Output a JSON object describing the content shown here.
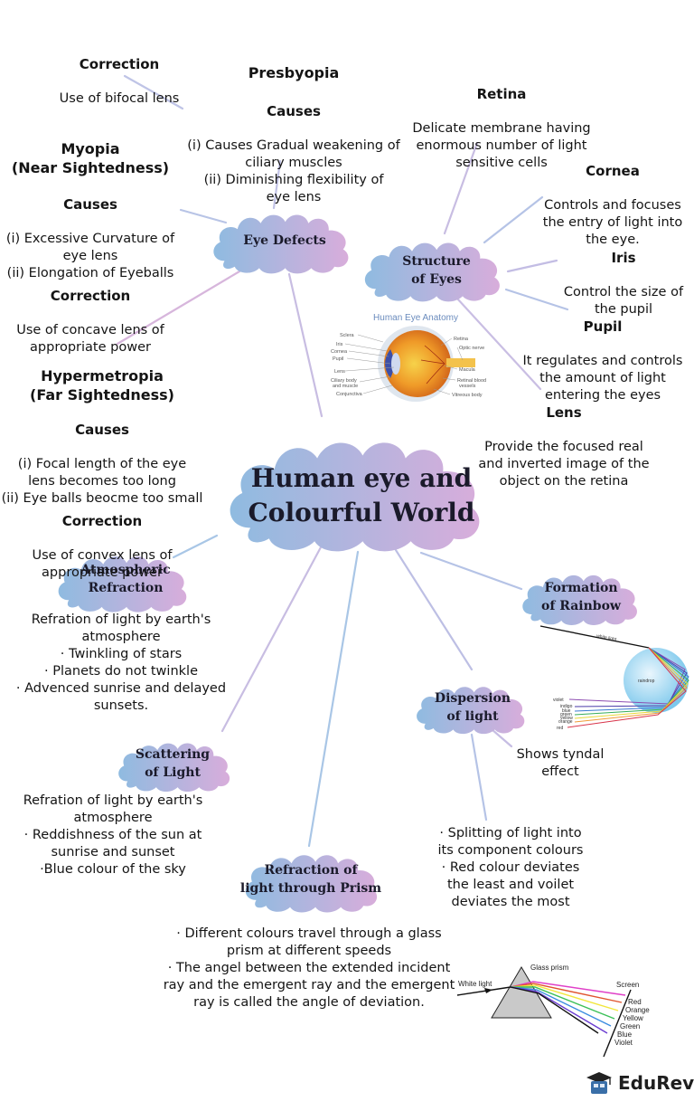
{
  "title": "Human eye and\nColourful World",
  "colors": {
    "cloud_left": "#8fbbe0",
    "cloud_right": "#d8addb",
    "connector_blue": "#a9c6e6",
    "connector_pink": "#d7b6dc",
    "text": "#141414"
  },
  "branches": {
    "eye_defects": {
      "label": "Eye Defects",
      "presbyopia": {
        "heading": "Presbyopia",
        "causes_heading": "Causes",
        "causes": "(i) Causes Gradual weakening of\nciliary muscles\n(ii) Diminishing flexibility of\neye lens",
        "correction_heading": "Correction",
        "correction": "Use of bifocal lens"
      },
      "myopia": {
        "heading": "Myopia\n(Near Sightedness)",
        "causes_heading": "Causes",
        "causes": "(i) Excessive Curvature of\neye lens\n(ii) Elongation of Eyeballs",
        "correction_heading": "Correction",
        "correction": "Use of concave lens of\nappropriate power"
      },
      "hypermetropia": {
        "heading": "Hypermetropia\n(Far Sightedness)",
        "causes_heading": "Causes",
        "causes": "(i) Focal length of the eye\nlens becomes too long\n(ii) Eye balls beocme too small",
        "correction_heading": "Correction",
        "correction": "Use of convex lens of\nappropriate power"
      }
    },
    "structure_of_eyes": {
      "label": "Structure\nof Eyes",
      "retina": {
        "heading": "Retina",
        "text": "Delicate membrane having\nenormous number of light\nsensitive cells"
      },
      "cornea": {
        "heading": "Cornea",
        "text": "Controls and focuses\nthe entry of light into\nthe eye."
      },
      "iris": {
        "heading": "Iris",
        "text": "Control the size of\nthe pupil"
      },
      "pupil": {
        "heading": "Pupil",
        "text": "It regulates and controls\nthe amount of light\nentering the eyes"
      },
      "lens": {
        "heading": "Lens",
        "text": "Provide the focused real\nand inverted image of the\nobject on the retina"
      },
      "anatomy_image": {
        "title": "Human Eye Anatomy",
        "labels_left": [
          "Sclera",
          "Iris",
          "Cornea",
          "Pupil",
          "Lens",
          "Ciliary body\nand muscle",
          "Conjunctiva"
        ],
        "labels_right": [
          "Retina",
          "Optic nerve",
          "Macula",
          "Retinal blood\nvessels",
          "Vitreous body"
        ]
      }
    },
    "atmospheric_refraction": {
      "label": "Atmospheric\nRefraction",
      "text": "Refration of light by earth's\natmosphere\n· Twinkling of stars\n· Planets do not twinkle\n· Advenced sunrise and delayed\nsunsets."
    },
    "formation_of_rainbow": {
      "label": "Formation\nof Rainbow",
      "diagram": {
        "incoming": "white light",
        "drop": "raindrop",
        "colors": [
          "violet",
          "indigo",
          "blue",
          "green",
          "yellow",
          "orange",
          "red"
        ]
      }
    },
    "dispersion_of_light": {
      "label": "Dispersion\nof light",
      "side_note": "Shows tyndal\neffect",
      "text": "· Splitting of light into\nits component colours\n· Red colour deviates\nthe least and voilet\ndeviates the most"
    },
    "scattering_of_light": {
      "label": "Scattering\nof Light",
      "text": "Refration of light by earth's\natmosphere\n· Reddishness of the sun at\nsunrise and sunset\n·Blue colour of the sky"
    },
    "refraction_through_prism": {
      "label": "Refraction of\nlight through Prism",
      "text": "· Different colours travel through a glass\nprism at different speeds\n· The angel between the extended incident\nray and the emergent ray and the emergent\nray is called the angle of deviation.",
      "diagram": {
        "prism_label": "Glass\nprism",
        "incoming": "White\nlight",
        "screen": "Screen",
        "colors": [
          "Red",
          "Orange",
          "Yellow",
          "Green",
          "Blue",
          "Violet"
        ]
      }
    }
  },
  "brand": {
    "name": "EduRev"
  }
}
